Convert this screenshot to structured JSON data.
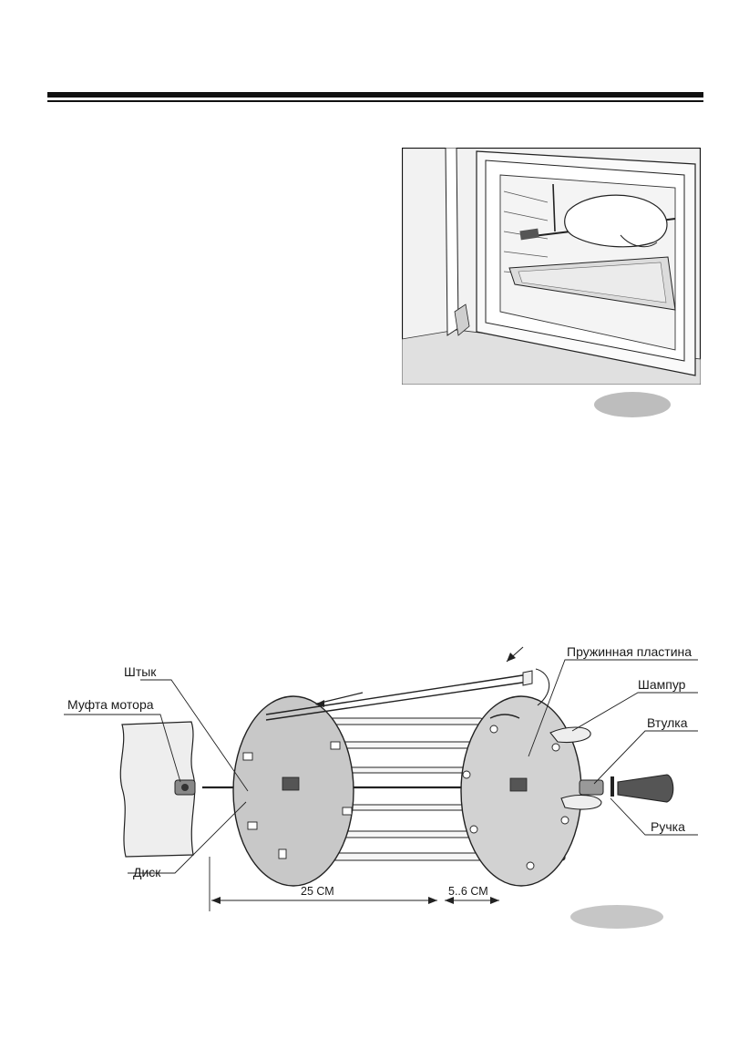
{
  "figure_labels": {
    "shtyk": "Штык",
    "mufta": "Муфта мотора",
    "disk": "Диск",
    "plate": "Пружинная пластина",
    "shampur": "Шампур",
    "vtulka": "Втулка",
    "ruchka": "Ручка",
    "dim_main": "25 СМ",
    "dim_small": "5..6 СМ"
  },
  "colors": {
    "ink": "#1a1a1a",
    "disc_fill": "#c8c8c8",
    "badge": "#bdbdbd",
    "wall": "#eeeeee"
  }
}
